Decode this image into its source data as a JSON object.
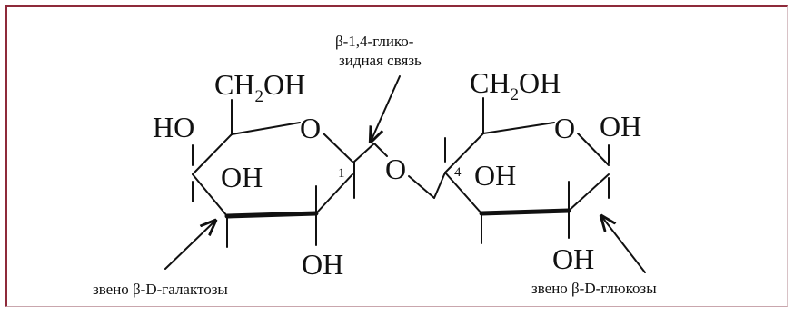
{
  "colors": {
    "frame": "#8e2a3a",
    "ink": "#111111"
  },
  "galactose": {
    "ch2oh": [
      "CH",
      "2",
      "OH"
    ],
    "ho_left": "HO",
    "ring_oxygen": "O",
    "oh_mid": "OH",
    "oh_bottom": "OH",
    "carbon_number": "1",
    "caption": "звено β-D-галактозы"
  },
  "linkage": {
    "oxygen": "O",
    "label_line1": "β-1,4-глико-",
    "label_line2": "зидная связь"
  },
  "glucose": {
    "ch2oh": [
      "CH",
      "2",
      "OH"
    ],
    "ring_oxygen": "O",
    "oh_right": "OH",
    "oh_mid": "OH",
    "oh_bottom": "OH",
    "carbon_number": "4",
    "caption": "звено β-D-глюкозы"
  }
}
